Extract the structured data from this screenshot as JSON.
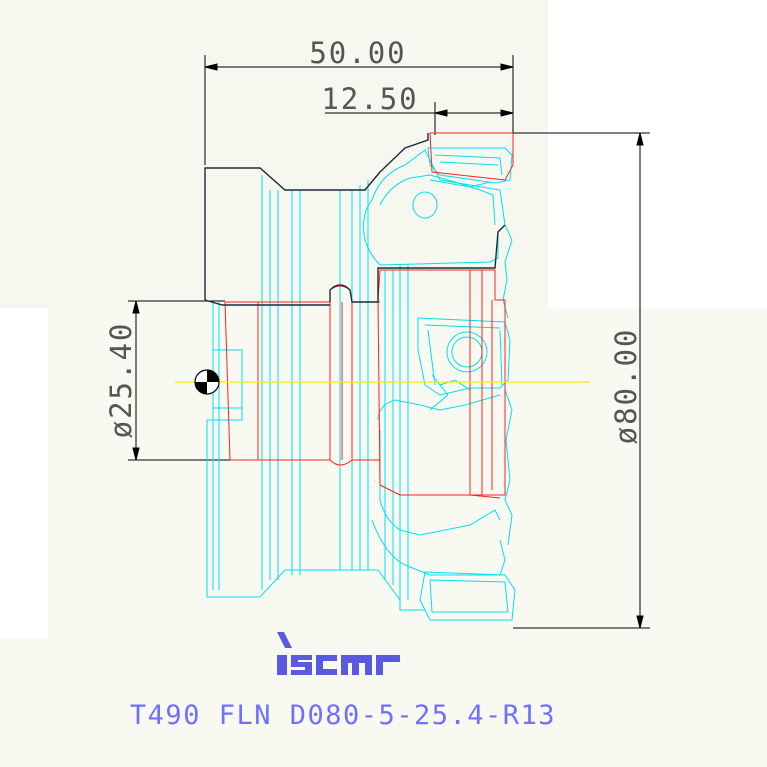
{
  "drawing": {
    "dimensions": {
      "overall_length": "50.00",
      "insert_length": "12.50",
      "bore_diameter": "ø25.40",
      "cutting_diameter": "ø80.00"
    },
    "brand_logo_text": "iscar",
    "designation": "T490 FLN D080-5-25.4-R13"
  },
  "colors": {
    "background": "#ffffff",
    "paper_tint": "#f6f8f0",
    "outline_dark": "#000000",
    "cutter_body": "#00e0f0",
    "red_hidden": "#ff2020",
    "centerline": "#f0f000",
    "dimension": "#000000",
    "dim_text": "#555555",
    "title_text": "#7070ff",
    "logo": "#5a5ae0"
  }
}
